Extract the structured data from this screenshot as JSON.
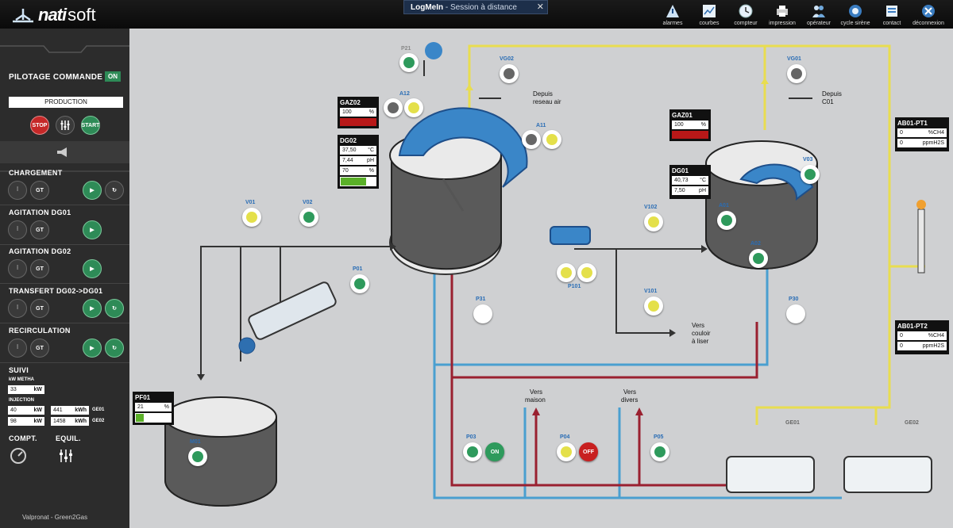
{
  "header": {
    "logo_a": "nati",
    "logo_b": "soft",
    "remote_app": "LogMeIn",
    "remote_sep": "-",
    "remote_title": "Session à distance",
    "remote_close": "✕"
  },
  "toolbar": [
    {
      "label": "alarmes",
      "icon": "alarm-icon"
    },
    {
      "label": "courbes",
      "icon": "chart-icon"
    },
    {
      "label": "compteur",
      "icon": "clock-icon"
    },
    {
      "label": "impression",
      "icon": "printer-icon"
    },
    {
      "label": "opérateur",
      "icon": "operator-icon"
    },
    {
      "label": "cycle sirène",
      "icon": "siren-icon"
    },
    {
      "label": "contact",
      "icon": "contact-icon"
    },
    {
      "label": "déconnexion",
      "icon": "logout-icon"
    }
  ],
  "sidebar": {
    "pilotage": "PILOTAGE COMMANDE",
    "pilotage_state": "ON",
    "mode": "PRODUCTION",
    "stop": "STOP",
    "start": "START",
    "gt": "GT",
    "sections": [
      "CHARGEMENT",
      "AGITATION DG01",
      "AGITATION DG02",
      "TRANSFERT DG02->DG01",
      "RECIRCULATION"
    ],
    "suivi": "SUIVI",
    "kw_metha_label": "kW METHA",
    "kw_metha_value": "33",
    "kw": "kW",
    "kwh": "kWh",
    "injection_label": "INJECTION",
    "inj": [
      {
        "kw": "40",
        "kwh": "441",
        "name": "GE01"
      },
      {
        "kw": "98",
        "kwh": "1458",
        "name": "GE02"
      }
    ],
    "compt": "COMPT.",
    "equil": "EQUIL.",
    "footer": "Valpronat - Green2Gas"
  },
  "panels": {
    "gaz02": {
      "title": "GAZ02",
      "value": "100",
      "unit": "%"
    },
    "dg02": {
      "title": "DG02",
      "rows": [
        {
          "v": "37,50",
          "u": "°C"
        },
        {
          "v": "7,44",
          "u": "pH"
        },
        {
          "v": "70",
          "u": "%"
        }
      ],
      "level": 0.7
    },
    "gaz01": {
      "title": "GAZ01",
      "value": "100",
      "unit": "%"
    },
    "dg01": {
      "title": "DG01",
      "rows": [
        {
          "v": "40,73",
          "u": "°C"
        },
        {
          "v": "7,50",
          "u": "pH"
        }
      ]
    },
    "pf01": {
      "title": "PF01",
      "value": "21",
      "unit": "%",
      "level": 0.21
    },
    "ab01pt1": {
      "title": "AB01-PT1",
      "rows": [
        {
          "v": "0",
          "u": "%CH4"
        },
        {
          "v": "0",
          "u": "ppmH2S"
        }
      ]
    },
    "ab01pt2": {
      "title": "AB01-PT2",
      "rows": [
        {
          "v": "0",
          "u": "%CH4"
        },
        {
          "v": "0",
          "u": "ppmH2S"
        }
      ]
    }
  },
  "labels": {
    "p21": "P21",
    "a12": "A12",
    "vg02": "VG02",
    "a11": "A11",
    "vg01": "VG01",
    "v01": "V01",
    "v02": "V02",
    "p01": "P01",
    "p31": "P31",
    "p101": "P101",
    "v102": "V102",
    "v101": "V101",
    "a01": "A01",
    "a02": "A02",
    "v03": "V03",
    "p30": "P30",
    "m01": "M01",
    "p03": "P03",
    "p04": "P04",
    "p05": "P05",
    "ge01": "GE01",
    "ge02": "GE02"
  },
  "texts": {
    "depuis_air_1": "Depuis",
    "depuis_air_2": "reseau air",
    "depuis_c01_1": "Depuis",
    "depuis_c01_2": "C01",
    "vers_couloir_1": "Vers",
    "vers_couloir_2": "couloir",
    "vers_couloir_3": "à liser",
    "vers_maison_1": "Vers",
    "vers_maison_2": "maison",
    "vers_divers_1": "Vers",
    "vers_divers_2": "divers",
    "on": "ON",
    "off": "OFF"
  },
  "colors": {
    "yellow": "#e4e04a",
    "green": "#2e9a5c",
    "grey": "#666666",
    "blue_pipe": "#4a9fd0",
    "red_pipe": "#9a2030",
    "yellow_pipe": "#e8dd50",
    "alarm_red": "#b81818"
  }
}
